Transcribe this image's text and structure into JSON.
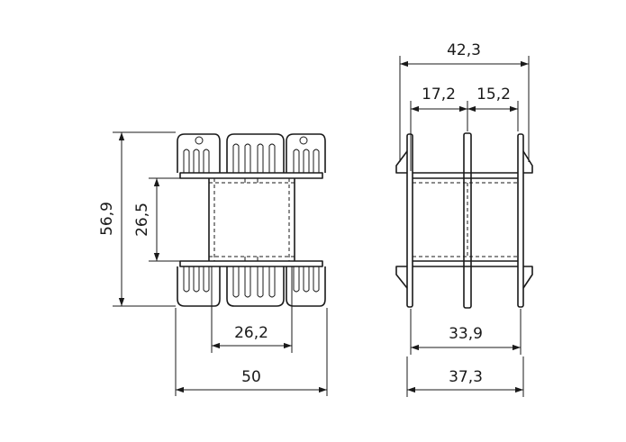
{
  "dimensions": {
    "front_width": "50",
    "front_inner_width": "26,2",
    "front_height": "56,9",
    "front_inner_height": "26,5",
    "side_total_width": "42,3",
    "side_left_section": "17,2",
    "side_right_section": "15,2",
    "side_inner_width": "33,9",
    "side_flange_width": "37,3"
  },
  "colors": {
    "line": "#1a1a1a",
    "background": "#ffffff"
  }
}
